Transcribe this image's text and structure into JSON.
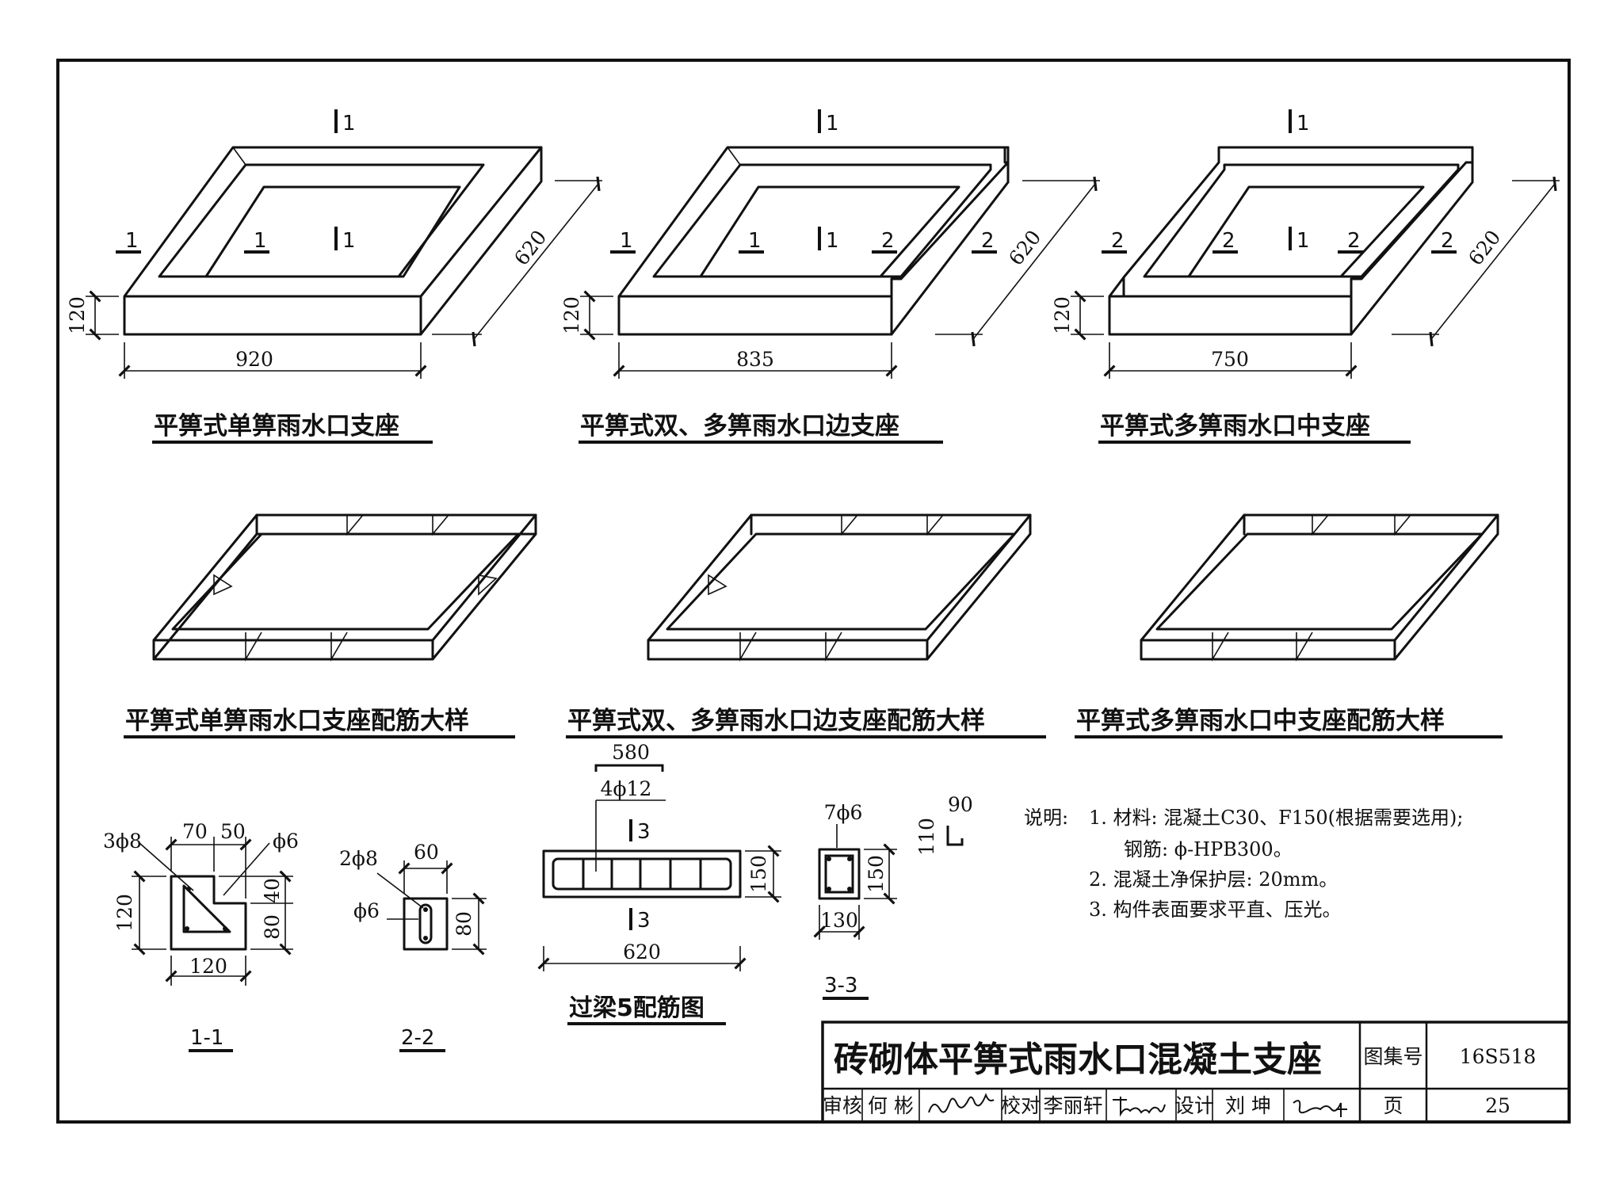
{
  "diagrams": {
    "support_single": {
      "title": "平箅式单箅雨水口支座",
      "length": "920",
      "height": "120",
      "depth": "620",
      "marks": [
        "1",
        "1",
        "1",
        "1"
      ]
    },
    "support_edge": {
      "title": "平箅式双、多箅雨水口边支座",
      "length": "835",
      "height": "120",
      "depth": "620",
      "marks": [
        "1",
        "1",
        "1",
        "1",
        "2",
        "2"
      ]
    },
    "support_middle": {
      "title": "平箅式多箅雨水口中支座",
      "length": "750",
      "height": "120",
      "depth": "620",
      "marks": [
        "1",
        "2",
        "2",
        "1",
        "2",
        "2"
      ]
    },
    "rebar_single": {
      "title": "平箅式单箅雨水口支座配筋大样"
    },
    "rebar_edge": {
      "title": "平箅式双、多箅雨水口边支座配筋大样"
    },
    "rebar_middle": {
      "title": "平箅式多箅雨水口中支座配筋大样"
    }
  },
  "sections": {
    "s1": {
      "label": "1-1",
      "top_a": "70",
      "top_b": "50",
      "bar_main": "3ϕ8",
      "bar_stirrup": "ϕ6",
      "h_total": "120",
      "h_top": "40",
      "h_bottom": "80",
      "width": "120"
    },
    "s2": {
      "label": "2-2",
      "bar_main": "2ϕ8",
      "bar_stirrup": "ϕ6",
      "width": "60",
      "height": "80"
    },
    "lintel": {
      "title": "过梁5配筋图",
      "bar_len": "580",
      "bar_main": "4ϕ12",
      "section_mark": "3",
      "height": "150",
      "length": "620"
    },
    "s3": {
      "label": "3-3",
      "bar": "7ϕ6",
      "hook_w": "90",
      "hook_h": "110",
      "height": "150",
      "width": "130"
    }
  },
  "notes": {
    "heading": "说明:",
    "lines": [
      "1. 材料: 混凝土C30、F150(根据需要选用);",
      "钢筋: ϕ-HPB300。",
      "2. 混凝土净保护层: 20mm。",
      "3. 构件表面要求平直、压光。"
    ]
  },
  "title_block": {
    "title": "砖砌体平箅式雨水口混凝土支座",
    "atlas_label": "图集号",
    "atlas_no": "16S518",
    "review_label": "审核",
    "reviewer": "何 彬",
    "check_label": "校对",
    "checker": "李丽轩",
    "design_label": "设计",
    "designer": "刘 坤",
    "page_label": "页",
    "page_no": "25"
  }
}
